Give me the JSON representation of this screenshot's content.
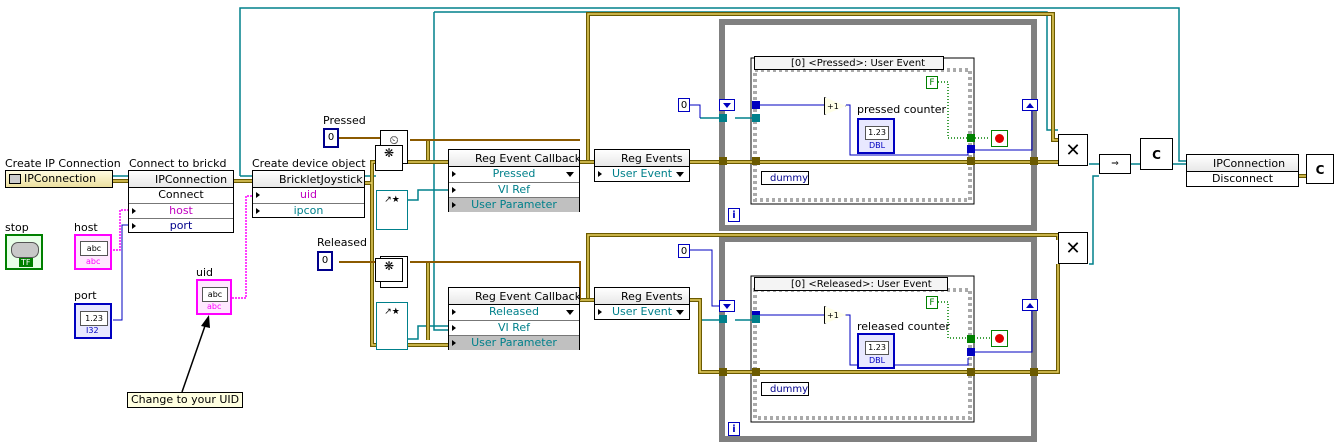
{
  "labels": {
    "create_ip_connection": "Create IP Connection",
    "connect_to_brickd": "Connect to brickd",
    "create_device_object": "Create device object",
    "stop": "stop",
    "host": "host",
    "port": "port",
    "uid": "uid",
    "pressed": "Pressed",
    "released": "Released",
    "pressed_counter": "pressed counter",
    "released_counter": "released counter"
  },
  "nodes": {
    "ip_connection": "IPConnection",
    "connect_class": "IPConnection",
    "connect_method": "Connect",
    "connect_host": "host",
    "connect_port": "port",
    "joystick_class": "BrickletJoystick",
    "joystick_uid": "uid",
    "joystick_ipcon": "ipcon",
    "reg_cb_pressed": {
      "title": "Reg Event Callback",
      "event": "Pressed",
      "vi_ref": "VI Ref",
      "user_param": "User Parameter"
    },
    "reg_cb_released": {
      "title": "Reg Event Callback",
      "event": "Released",
      "vi_ref": "VI Ref",
      "user_param": "User Parameter"
    },
    "reg_events_pressed": {
      "title": "Reg Events",
      "event": "User Event"
    },
    "reg_events_released": {
      "title": "Reg Events",
      "event": "User Event"
    },
    "disconnect_class": "IPConnection",
    "disconnect_method": "Disconnect"
  },
  "constants": {
    "zero": "0",
    "false_const": "F",
    "plus_one": "+1",
    "numeric_indicator": "1.23",
    "dbl": "DBL",
    "str_const": "abc",
    "tf": "TF",
    "i32": "I32",
    "cluster_ref": "C"
  },
  "event_structures": {
    "pressed_case": "[0] <Pressed>: User Event",
    "released_case": "[0] <Released>: User Event",
    "dummy": "dummy",
    "loop_index": "i"
  },
  "annotations": {
    "change_uid": "Change to your UID"
  },
  "colors": {
    "refnum_wire": "#00808b",
    "error_wire_dark": "#6b5a00",
    "error_wire_light": "#e8d060",
    "string_wire": "#ff00ff",
    "numeric_wire": "#0000c0",
    "boolean_wire": "#008000",
    "loop_frame": "#808080"
  }
}
